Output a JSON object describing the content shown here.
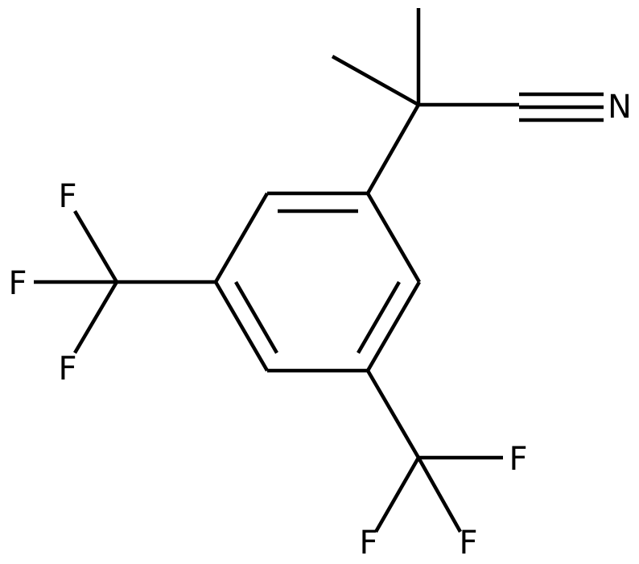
{
  "molecule": {
    "atoms": {
      "nitrogen": "N",
      "f1": "F",
      "f2": "F",
      "f3": "F",
      "f4": "F",
      "f5": "F",
      "f6": "F"
    }
  }
}
